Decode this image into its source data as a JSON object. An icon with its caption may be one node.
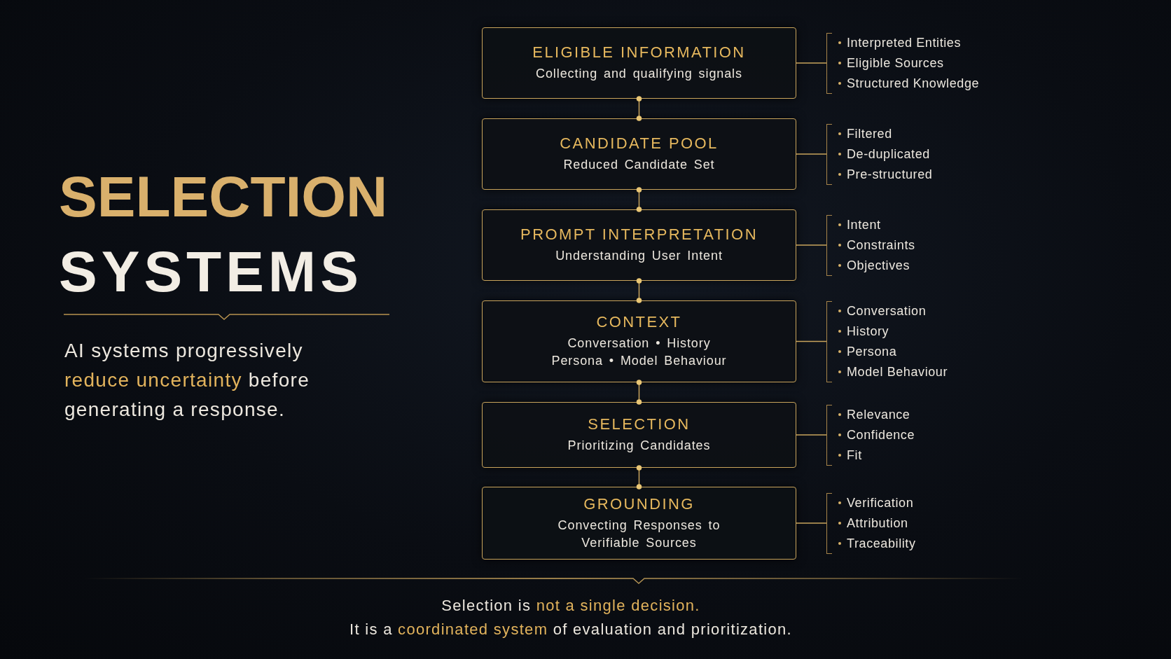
{
  "diagram": {
    "title": "SELECTION SYSTEMS",
    "nodes": [
      {
        "text": [
          "ELIGIBLE INFORMATION",
          "Collecting and qualifying signals"
        ]
      },
      {
        "text": [
          "Interpreted Entities",
          "Eligible Sources",
          "Structured Knowledge"
        ]
      },
      {
        "text": [
          "CANDIDATE POOL",
          "Reduced Candidate Set"
        ]
      },
      {
        "text": [
          "Filtered",
          "De-duplicated",
          "Pre-structured"
        ]
      },
      {
        "text": [
          "PROMPT INTERPRETATION",
          "Understanding User Intent"
        ]
      },
      {
        "text": [
          "Intent",
          "Constraints",
          "Objectives"
        ]
      },
      {
        "text": [
          "CONTEXT",
          "Conversation • History",
          "Persona • Model Behaviour"
        ]
      },
      {
        "text": [
          "Conversation",
          "History",
          "Persona",
          "Model Behaviour"
        ]
      },
      {
        "text": [
          "SELECTION",
          "Prioritizing Candidates"
        ]
      },
      {
        "text": [
          "Relevance",
          "Confidence",
          "Fit"
        ]
      },
      {
        "text": [
          "GROUNDING",
          "Convecting Responses to Verifiable Sources"
        ]
      },
      {
        "text": [
          "Verification",
          "Attribution",
          "Traceability"
        ]
      }
    ],
    "edges": [
      {
        "from": 0,
        "to": 2,
        "arrow": "other"
      },
      {
        "from": 2,
        "to": 4,
        "arrow": "other"
      },
      {
        "from": 4,
        "to": 6,
        "arrow": "other"
      },
      {
        "from": 6,
        "to": 8,
        "arrow": "other"
      },
      {
        "from": 8,
        "to": 10,
        "arrow": "other"
      },
      {
        "from": 0,
        "to": 1,
        "arrow": "none"
      },
      {
        "from": 2,
        "to": 3,
        "arrow": "none"
      },
      {
        "from": 4,
        "to": 5,
        "arrow": "none"
      },
      {
        "from": 6,
        "to": 7,
        "arrow": "none"
      },
      {
        "from": 8,
        "to": 9,
        "arrow": "none"
      },
      {
        "from": 10,
        "to": 11,
        "arrow": "none"
      }
    ],
    "labels": [
      "AI systems progressively **reduce uncertainty** before generating a response.",
      "Selection is **not a single decision.**",
      "It is a **coordinated system** of evaluation and prioritization."
    ]
  }
}
